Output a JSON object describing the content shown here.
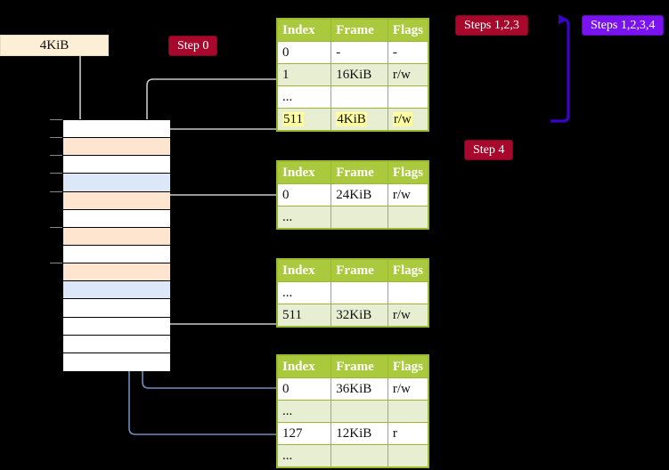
{
  "diagram": {
    "title": "page-table-walk",
    "memory_label": "4KiB",
    "colors": {
      "table_header_green": "#aac93c",
      "table_alt_row": "#e8eed2",
      "badge_red": "#a8082c",
      "badge_blue": "#7b13f0",
      "mem_peach": "#fde5d0",
      "mem_blue": "#dce8f8",
      "highlight_yellow": "#ffffa0",
      "wire_grey": "#c8c8c8",
      "wire_blue": "#6d8fc0",
      "label_cream": "#fcefd6",
      "background": "#000000"
    }
  },
  "badges": [
    {
      "id": "step0",
      "label": "Step 0",
      "style": "red"
    },
    {
      "id": "steps123",
      "label": "Steps 1,2,3",
      "style": "red"
    },
    {
      "id": "steps1234",
      "label": "Steps 1,2,3,4",
      "style": "blue"
    },
    {
      "id": "step4",
      "label": "Step 4",
      "style": "red"
    }
  ],
  "columns": [
    "Index",
    "Frame",
    "Flags"
  ],
  "tables": [
    {
      "id": "pml4",
      "rows": [
        {
          "index": "0",
          "frame": "-",
          "flags": "-",
          "alt": false,
          "highlight": false
        },
        {
          "index": "1",
          "frame": "16KiB",
          "flags": "r/w",
          "alt": true,
          "highlight": false
        },
        {
          "index": "...",
          "frame": "",
          "flags": "",
          "alt": false,
          "highlight": false
        },
        {
          "index": "511",
          "frame": "4KiB",
          "flags": "r/w",
          "alt": true,
          "highlight": true
        }
      ]
    },
    {
      "id": "pdpt",
      "rows": [
        {
          "index": "0",
          "frame": "24KiB",
          "flags": "r/w",
          "alt": false,
          "highlight": false
        },
        {
          "index": "...",
          "frame": "",
          "flags": "",
          "alt": true,
          "highlight": false
        }
      ]
    },
    {
      "id": "pd",
      "rows": [
        {
          "index": "...",
          "frame": "",
          "flags": "",
          "alt": false,
          "highlight": false
        },
        {
          "index": "511",
          "frame": "32KiB",
          "flags": "r/w",
          "alt": true,
          "highlight": false
        }
      ]
    },
    {
      "id": "pt",
      "rows": [
        {
          "index": "0",
          "frame": "36KiB",
          "flags": "r/w",
          "alt": false,
          "highlight": false
        },
        {
          "index": "...",
          "frame": "",
          "flags": "",
          "alt": true,
          "highlight": false
        },
        {
          "index": "127",
          "frame": "12KiB",
          "flags": "r",
          "alt": false,
          "highlight": false
        },
        {
          "index": "...",
          "frame": "",
          "flags": "",
          "alt": true,
          "highlight": false
        }
      ]
    }
  ],
  "memory_rows": [
    {
      "fill": "white"
    },
    {
      "fill": "peach"
    },
    {
      "fill": "white"
    },
    {
      "fill": "blue"
    },
    {
      "fill": "peach"
    },
    {
      "fill": "white"
    },
    {
      "fill": "peach"
    },
    {
      "fill": "white"
    },
    {
      "fill": "peach"
    },
    {
      "fill": "blue"
    },
    {
      "fill": "white"
    },
    {
      "fill": "white"
    },
    {
      "fill": "white"
    },
    {
      "fill": "white"
    }
  ]
}
